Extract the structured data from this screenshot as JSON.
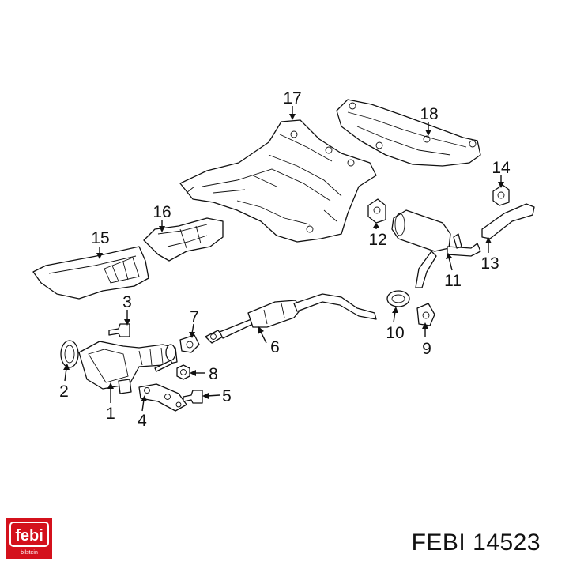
{
  "callouts": [
    "1",
    "2",
    "3",
    "4",
    "5",
    "6",
    "7",
    "8",
    "9",
    "10",
    "11",
    "12",
    "13",
    "14",
    "15",
    "16",
    "17",
    "18"
  ],
  "logo": {
    "word": "febi",
    "sub": "bilstein",
    "color": "#d4111c"
  },
  "caption": "FEBI 14523"
}
